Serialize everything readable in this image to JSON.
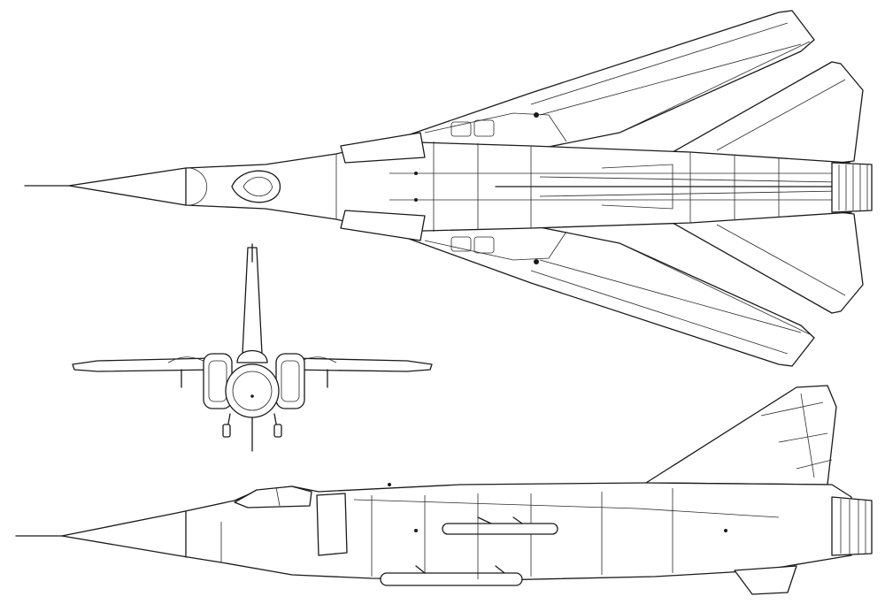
{
  "figure": {
    "views": [
      {
        "id": "top",
        "kind": "plan view"
      },
      {
        "id": "front",
        "kind": "front view"
      },
      {
        "id": "side",
        "kind": "side view"
      }
    ],
    "line_color": "#1a1a1a",
    "background": "#ffffff"
  }
}
